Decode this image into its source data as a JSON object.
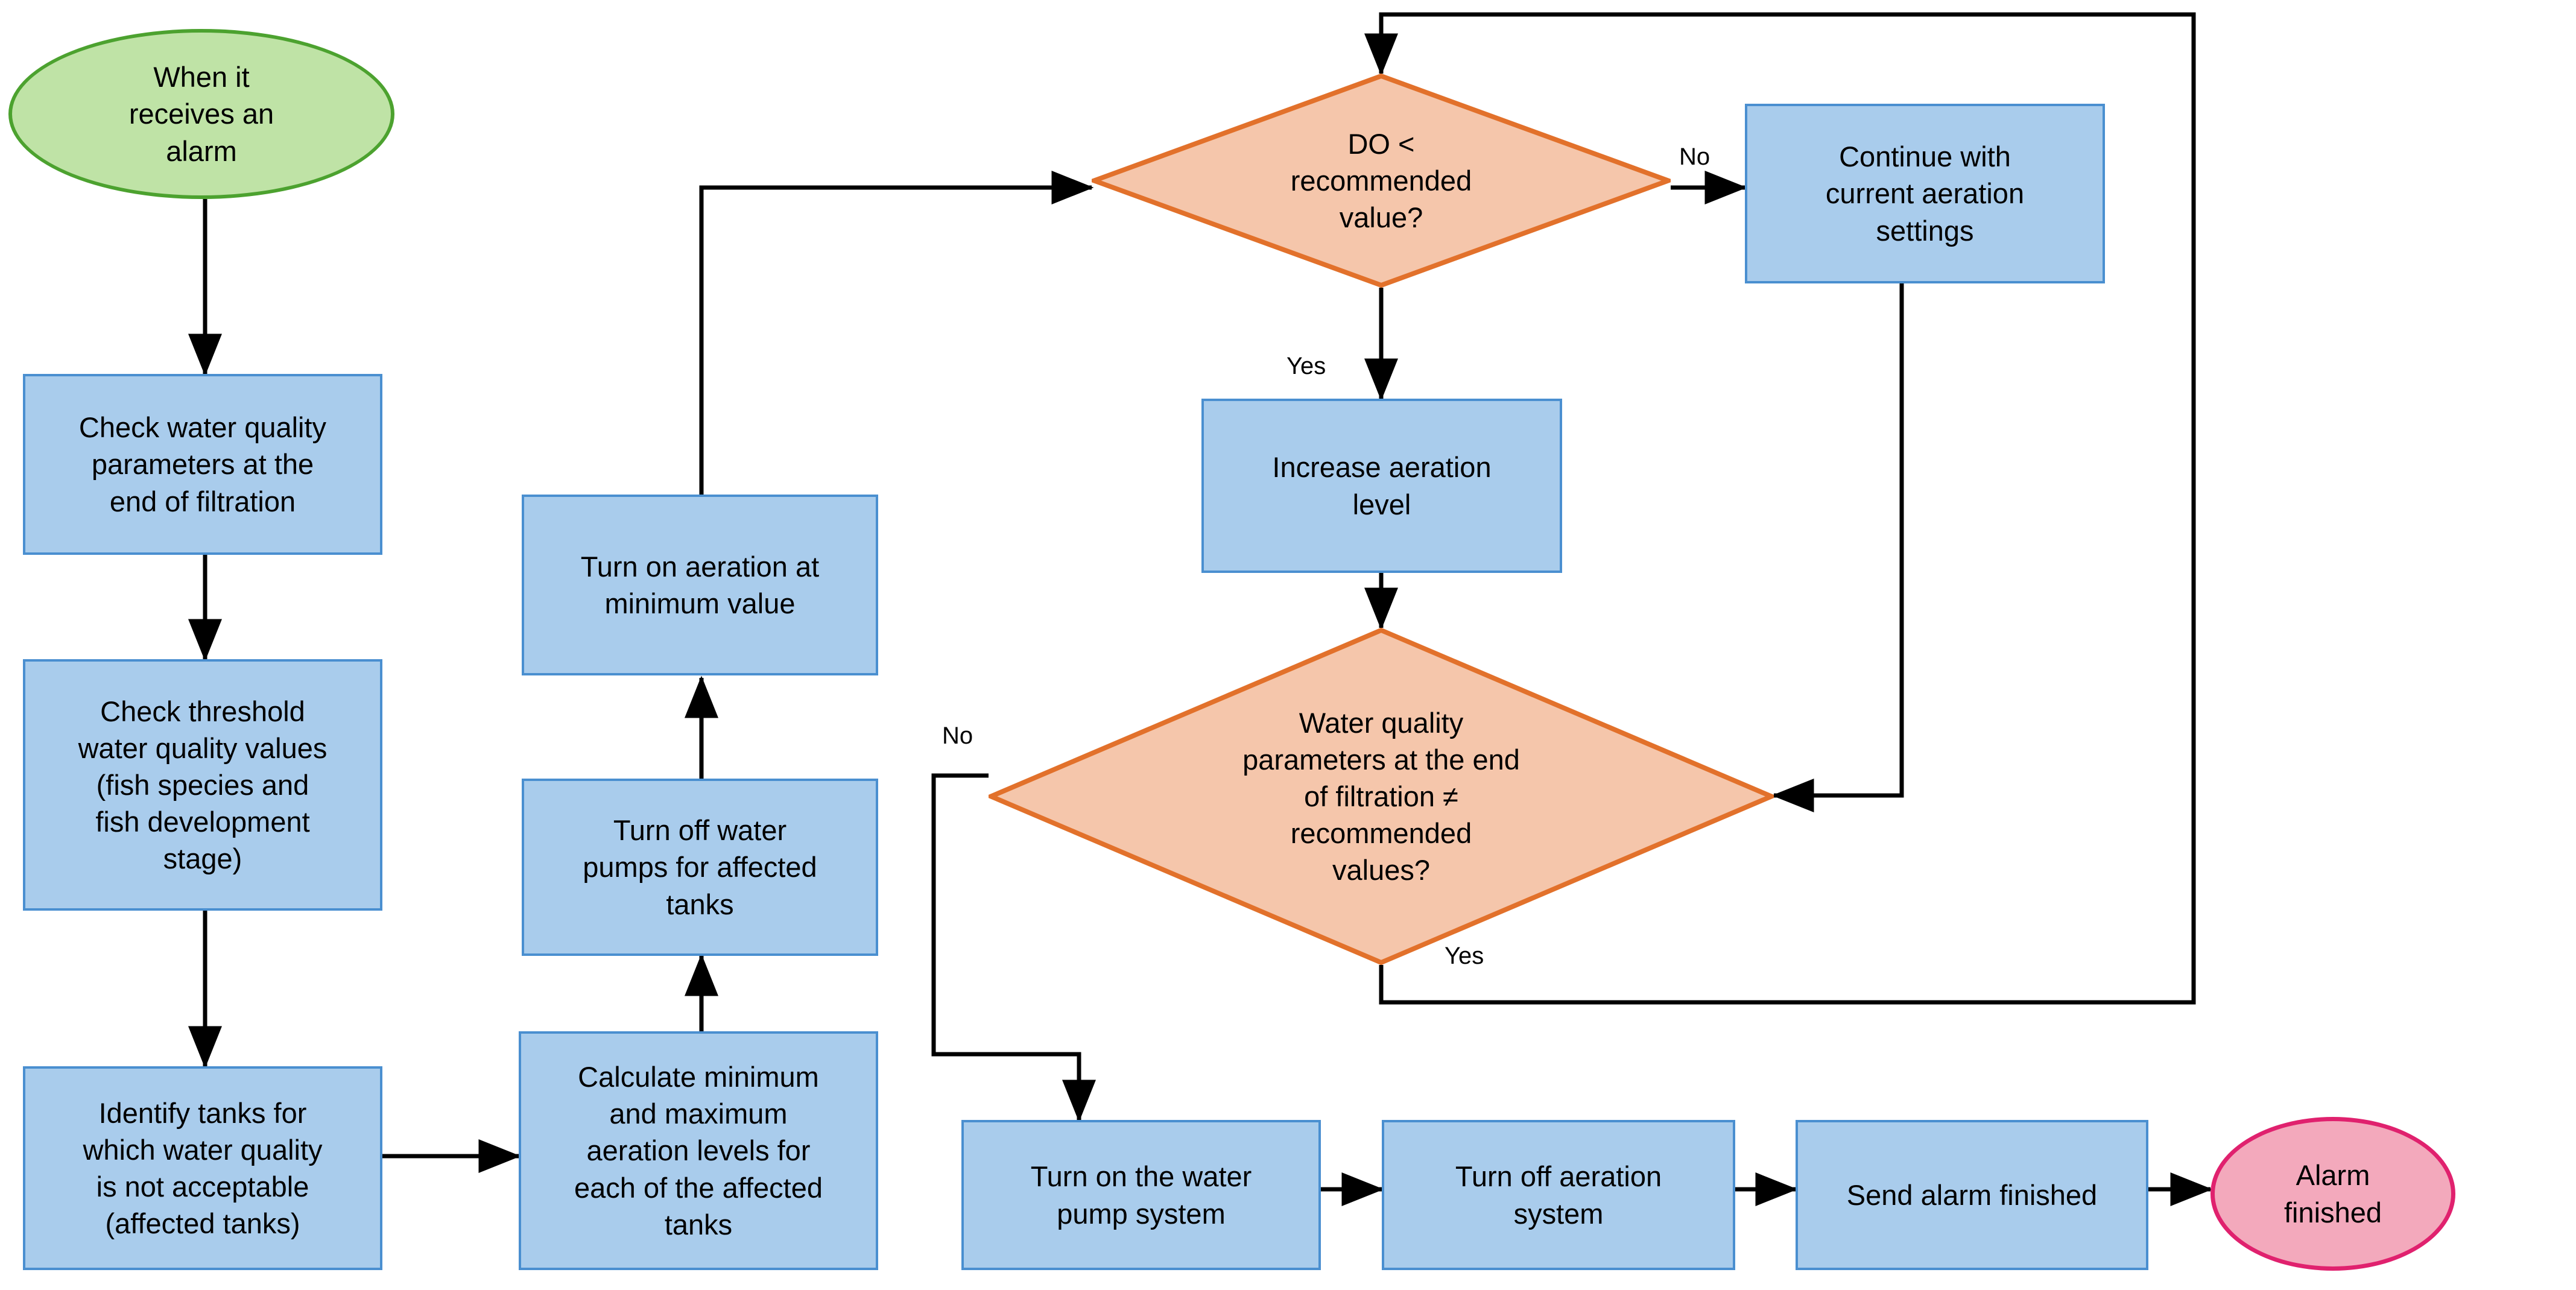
{
  "diagram": {
    "title": "Alarm handling and aeration control flowchart",
    "colors": {
      "process_fill": "#A9CCEC",
      "process_stroke": "#4A8FD0",
      "decision_fill": "#F5C6AB",
      "decision_stroke": "#E2712B",
      "start_fill": "#BFE3A6",
      "start_stroke": "#4CA22F",
      "end_fill": "#F3A9BC",
      "end_stroke": "#E0216E",
      "edge_stroke": "#000000"
    }
  },
  "nodes": {
    "start": {
      "label": "When it\nreceives an\nalarm",
      "shape": "ellipse"
    },
    "check_params": {
      "label": "Check water quality\nparameters at the\nend of filtration",
      "shape": "rect"
    },
    "check_threshold": {
      "label": "Check threshold\nwater quality values\n(fish species and\nfish development\nstage)",
      "shape": "rect"
    },
    "identify_tanks": {
      "label": "Identify tanks for\nwhich water quality\nis not acceptable\n(affected tanks)",
      "shape": "rect"
    },
    "calc_levels": {
      "label": "Calculate minimum\nand maximum\naeration levels for\neach of the affected\ntanks",
      "shape": "rect"
    },
    "turn_off_pumps": {
      "label": "Turn off water\npumps for affected\ntanks",
      "shape": "rect"
    },
    "turn_on_aeration_min": {
      "label": "Turn on aeration at\nminimum value",
      "shape": "rect"
    },
    "do_decision": {
      "label": "DO <\nrecommended\nvalue?",
      "shape": "diamond"
    },
    "continue_current": {
      "label": "Continue with\ncurrent aeration\nsettings",
      "shape": "rect"
    },
    "increase_aeration": {
      "label": "Increase aeration\nlevel",
      "shape": "rect"
    },
    "wq_decision": {
      "label": "Water quality\nparameters at the end\nof filtration ≠\nrecommended\nvalues?",
      "shape": "diamond"
    },
    "turn_on_pumps": {
      "label": "Turn on the water\npump system",
      "shape": "rect"
    },
    "turn_off_aeration": {
      "label": "Turn off aeration\nsystem",
      "shape": "rect"
    },
    "send_alarm_finished": {
      "label": "Send alarm finished",
      "shape": "rect"
    },
    "end": {
      "label": "Alarm\nfinished",
      "shape": "ellipse"
    }
  },
  "edge_labels": {
    "do_no": "No",
    "do_yes": "Yes",
    "wq_no": "No",
    "wq_yes": "Yes"
  }
}
